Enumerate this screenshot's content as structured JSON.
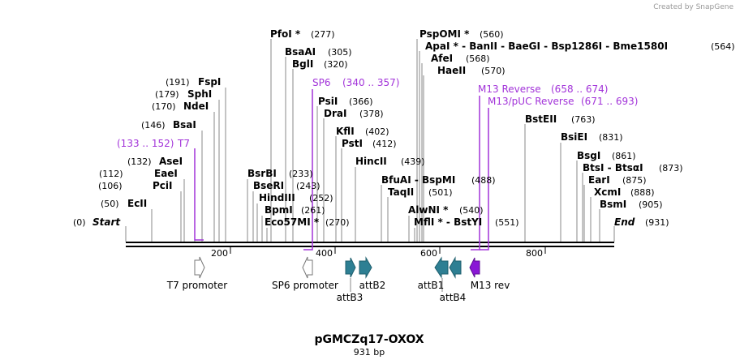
{
  "credit": "Created by SnapGene",
  "map": {
    "title": "pGMCZq17-OXOX",
    "length_label": "931 bp",
    "total_bp": 931,
    "start": {
      "label": "Start",
      "pos": "(0)"
    },
    "end": {
      "label": "End",
      "pos": "(931)"
    },
    "ticks": [
      "200",
      "400",
      "600",
      "800"
    ],
    "sites": [
      {
        "name": "EcII",
        "pos": "(50)"
      },
      {
        "name": "PciI",
        "pos": "(106)"
      },
      {
        "name": "EaeI",
        "pos": "(112)"
      },
      {
        "name": "AseI",
        "pos": "(132)"
      },
      {
        "name": "BsaI",
        "pos": "(146)"
      },
      {
        "name": "NdeI",
        "pos": "(170)"
      },
      {
        "name": "SphI",
        "pos": "(179)"
      },
      {
        "name": "FspI",
        "pos": "(191)"
      },
      {
        "name": "PfoI *",
        "pos": "(277)"
      },
      {
        "name": "BsaAI",
        "pos": "(305)"
      },
      {
        "name": "BglI",
        "pos": "(320)"
      },
      {
        "name": "BsrBI",
        "pos": "(233)"
      },
      {
        "name": "BseRI",
        "pos": "(243)"
      },
      {
        "name": "HindIII",
        "pos": "(252)"
      },
      {
        "name": "BpmI",
        "pos": "(261)"
      },
      {
        "name": "Eco57MI *",
        "pos": "(270)"
      },
      {
        "name": "PsiI",
        "pos": "(366)"
      },
      {
        "name": "DraI",
        "pos": "(378)"
      },
      {
        "name": "KflI",
        "pos": "(402)"
      },
      {
        "name": "PstI",
        "pos": "(412)"
      },
      {
        "name": "HincII",
        "pos": "(439)"
      },
      {
        "name": "PspOMI *",
        "pos": "(560)"
      },
      {
        "name": "ApaI * - BanII - BaeGI - Bsp1286I - Bme1580I",
        "pos": "(564)"
      },
      {
        "name": "AfeI",
        "pos": "(568)"
      },
      {
        "name": "HaeII",
        "pos": "(570)"
      },
      {
        "name": "BfuAI - BspMI",
        "pos": "(488)"
      },
      {
        "name": "TaqII",
        "pos": "(501)"
      },
      {
        "name": "AlwNI *",
        "pos": "(540)"
      },
      {
        "name": "MflI * - BstYI",
        "pos": "(551)"
      },
      {
        "name": "BstEII",
        "pos": "(763)"
      },
      {
        "name": "BsiEI",
        "pos": "(831)"
      },
      {
        "name": "BsgI",
        "pos": "(861)"
      },
      {
        "name": "BtsI - BtsαI",
        "pos": "(873)"
      },
      {
        "name": "EarI",
        "pos": "(875)"
      },
      {
        "name": "XcmI",
        "pos": "(888)"
      },
      {
        "name": "BsmI",
        "pos": "(905)"
      }
    ],
    "primers": [
      {
        "name": "T7",
        "range": "(133 .. 152)"
      },
      {
        "name": "SP6",
        "range": "(340 .. 357)"
      },
      {
        "name": "M13 Reverse",
        "range": "(658 .. 674)"
      },
      {
        "name": "M13/pUC Reverse",
        "range": "(671 .. 693)"
      }
    ],
    "features": [
      {
        "name": "T7 promoter"
      },
      {
        "name": "SP6 promoter"
      },
      {
        "name": "attB3"
      },
      {
        "name": "attB2"
      },
      {
        "name": "attB1"
      },
      {
        "name": "attB4"
      },
      {
        "name": "M13 rev"
      }
    ],
    "colors": {
      "primer": "#a233d9",
      "att_site": "#2e7f93",
      "m13_feature": "#8a16d6",
      "promoter": "#ffffff"
    }
  }
}
